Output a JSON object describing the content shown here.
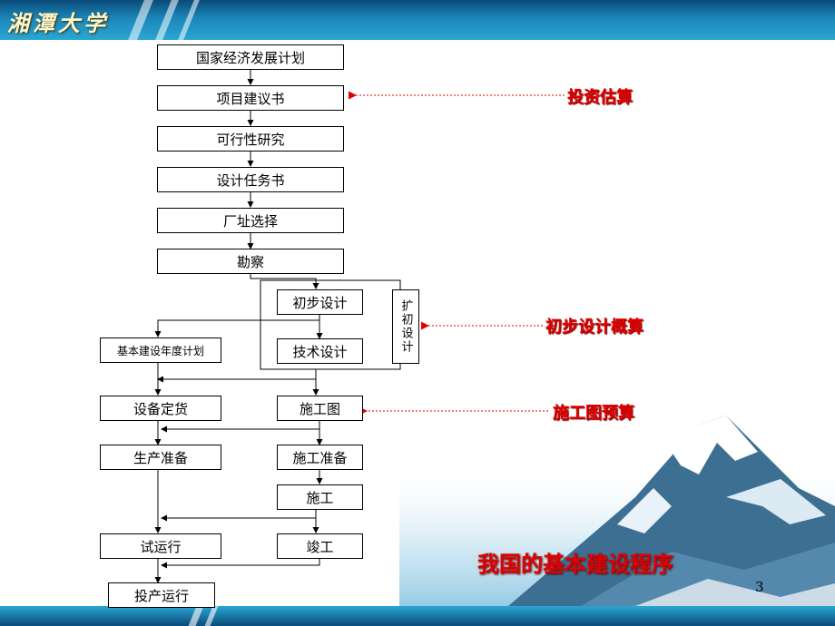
{
  "header": {
    "logo_text": "湘潭大学"
  },
  "flowchart": {
    "nodes": {
      "national_plan": "国家经济发展计划",
      "project_proposal": "项目建议书",
      "feasibility_study": "可行性研究",
      "design_task": "设计任务书",
      "site_selection": "厂址选择",
      "survey": "勘察",
      "preliminary_design": "初步设计",
      "technical_design": "技术设计",
      "expanded_design": "扩初设计",
      "annual_plan": "基本建设年度计划",
      "equipment_order": "设备定货",
      "construction_drawing": "施工图",
      "production_prep": "生产准备",
      "construction_prep": "施工准备",
      "construction": "施工",
      "trial_run": "试运行",
      "completion": "竣工",
      "operation": "投产运行"
    },
    "annotations": {
      "investment_estimate": "投资估算",
      "preliminary_estimate": "初步设计概算",
      "drawing_budget": "施工图预算"
    }
  },
  "slide_title": "我国的基本建设程序",
  "page_number": "3",
  "colors": {
    "accent": "#e00000",
    "header": "#1a86b8"
  }
}
